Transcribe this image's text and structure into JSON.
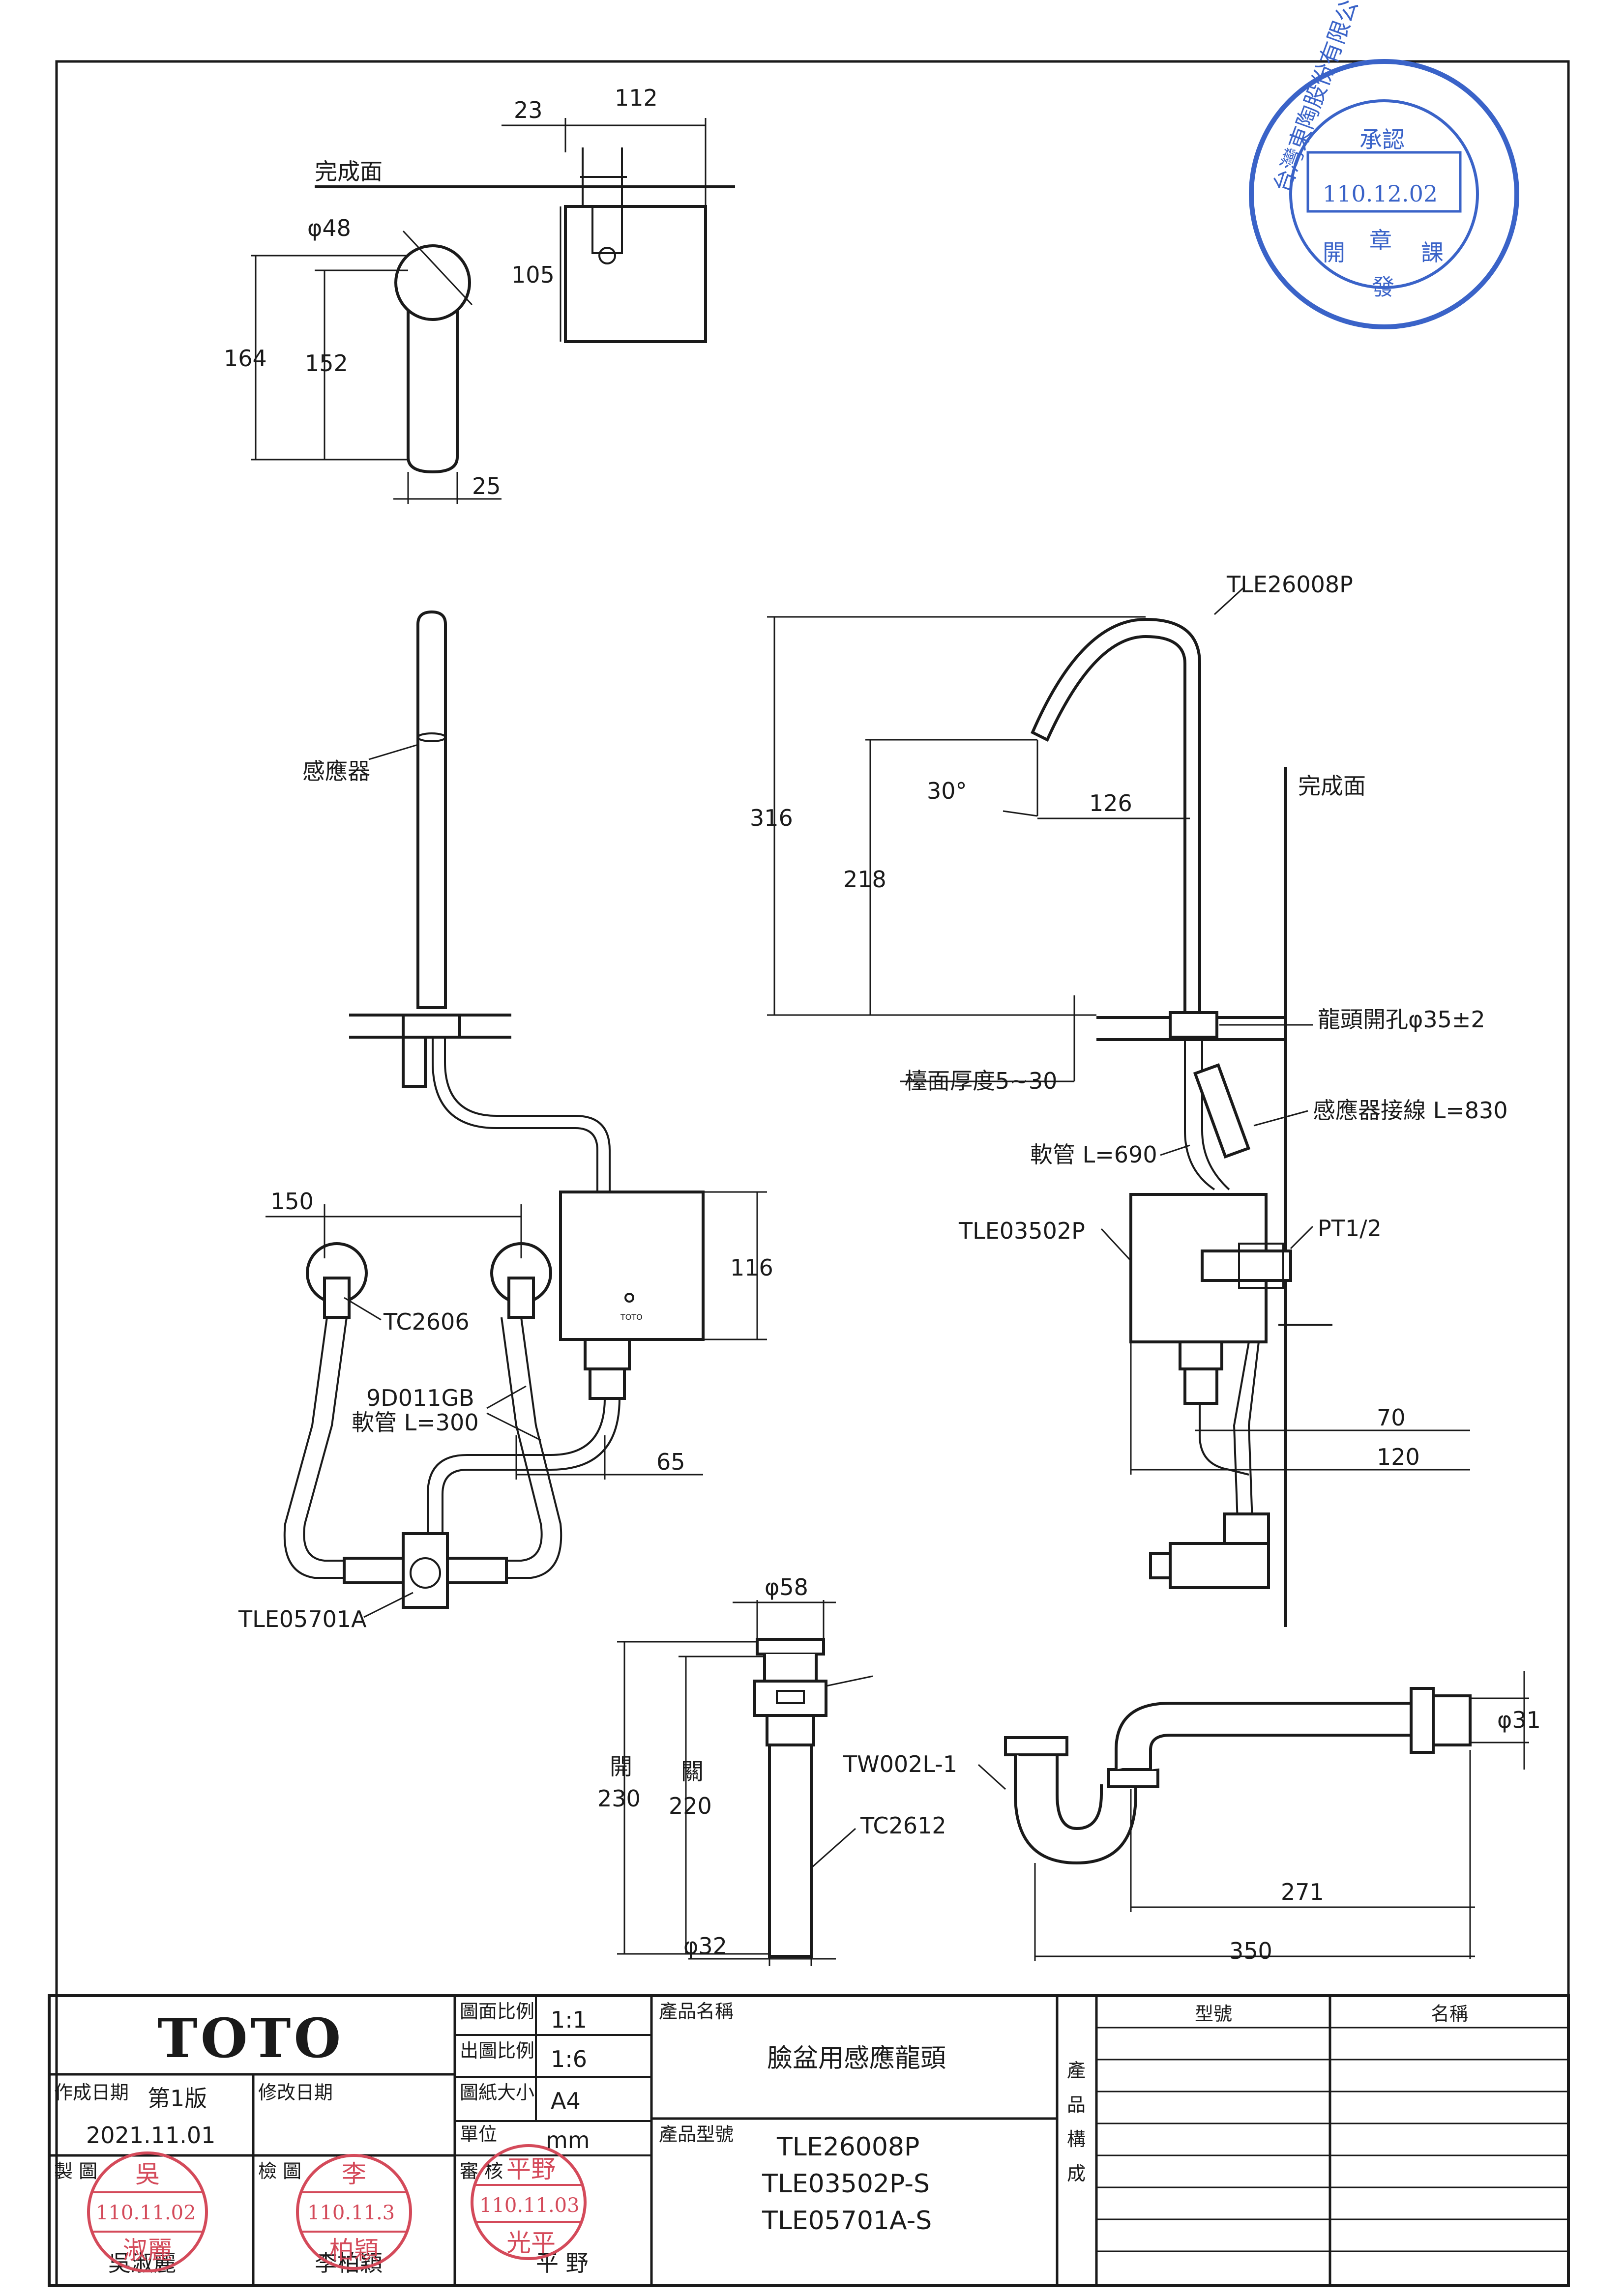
{
  "approval_stamp": {
    "company": "台灣東陶股份有限公司",
    "approved": "承認",
    "date": "110.12.02",
    "seal": "章",
    "department_left": "開",
    "department_mid": "發",
    "department_right": "課"
  },
  "top_views": {
    "finish_surface": "完成面",
    "dims": {
      "d23": "23",
      "d112": "112",
      "d105": "105",
      "dia48": "φ48",
      "d164": "164",
      "d152": "152",
      "d25": "25"
    }
  },
  "faucet_front": {
    "sensor_label": "感應器"
  },
  "faucet_side": {
    "part_spout": "TLE26008P",
    "finish_surface": "完成面",
    "angle": "30°",
    "dims": {
      "d316": "316",
      "d218": "218",
      "d126": "126"
    },
    "hole": "龍頭開孔φ35±2",
    "counter": "檯面厚度5~30",
    "sensor_wire": "感應器接線 L=830",
    "hose": "軟管 L=690",
    "control_box": "TLE03502P",
    "thread": "PT1/2",
    "d70": "70",
    "d120": "120"
  },
  "supply_view": {
    "d150": "150",
    "stop_valve": "TC2606",
    "hose_code": "9D011GB",
    "hose_len": "軟管 L=300",
    "d116": "116",
    "d65": "65",
    "mixing_valve": "TLE05701A",
    "box_brand": "TOTO"
  },
  "drain_view": {
    "dia58": "φ58",
    "open_label": "開",
    "open_val": "230",
    "close_label": "關",
    "close_val": "220",
    "dia32": "φ32",
    "drain_part": "TW002L-1",
    "pipe_part": "TC2612"
  },
  "trap_view": {
    "dia31": "φ31",
    "d271": "271",
    "d350": "350"
  },
  "title_block": {
    "brand": "TOTO",
    "scale_drawing_label": "圖面比例",
    "scale_drawing": "1:1",
    "scale_output_label": "出圖比例",
    "scale_output": "1:6",
    "paper_label": "圖紙大小",
    "paper": "A4",
    "unit_label": "單位",
    "unit": "mm",
    "created_label": "作成日期",
    "edition": "第1版",
    "revised_label": "修改日期",
    "created_date": "2021.11.01",
    "product_name_label": "產品名稱",
    "product_name": "臉盆用感應龍頭",
    "product_model_label": "產品型號",
    "models": [
      "TLE26008P",
      "TLE03502P-S",
      "TLE05701A-S"
    ],
    "composition_label": [
      "產",
      "品",
      "構",
      "成"
    ],
    "col_model": "型號",
    "col_name": "名稱",
    "drawn_label": "製  圖",
    "checked_label": "檢  圖",
    "review_label": "審  核",
    "drawn_by": "吳淑麗",
    "checked_by": "李柏穎",
    "reviewed_by": "平  野",
    "stamp_drawn": {
      "top": "吳",
      "date": "110.11.02",
      "name": "淑麗"
    },
    "stamp_checked": {
      "top": "李",
      "date": "110.11.3",
      "name": "柏穎"
    },
    "stamp_review": {
      "top": "平野",
      "date": "110.11.03",
      "name": "光平"
    }
  }
}
